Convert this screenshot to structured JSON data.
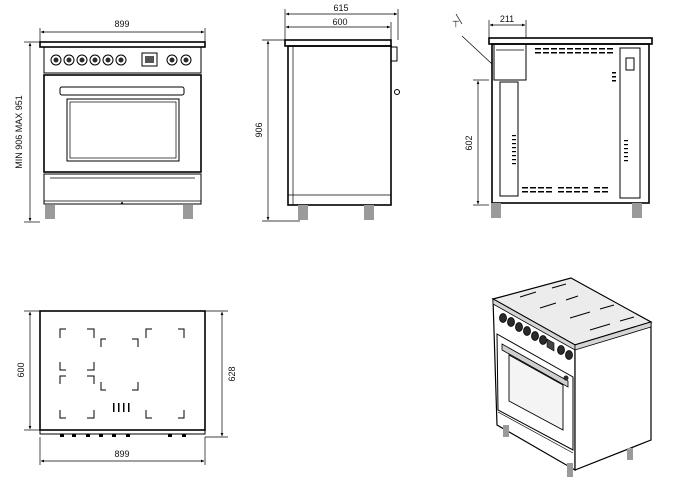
{
  "front_view": {
    "width_label": "899",
    "height_label": "MIN 906 MAX 951"
  },
  "side_view": {
    "total_depth_label": "615",
    "body_depth_label": "600",
    "height_label": "906"
  },
  "rear_view": {
    "offset_label": "211",
    "height_label": "602"
  },
  "top_view": {
    "depth_label": "600",
    "total_depth_label": "628",
    "width_label": "899"
  },
  "perspective_view": {}
}
